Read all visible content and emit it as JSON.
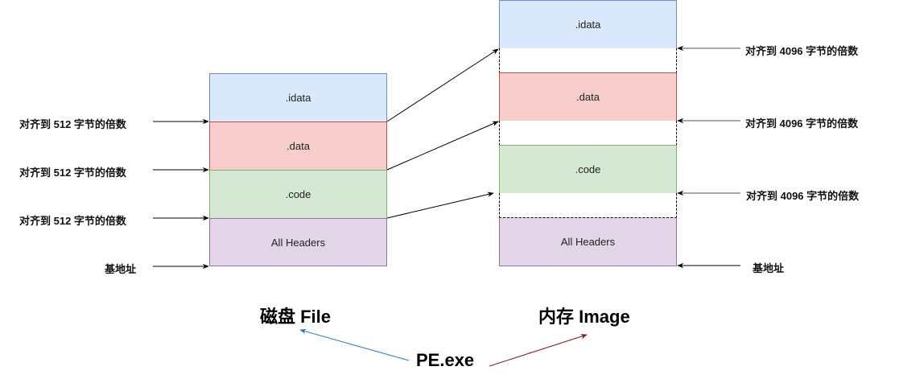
{
  "disk": {
    "title": "磁盘 File",
    "sections": [
      {
        "key": "idata",
        "label": ".idata"
      },
      {
        "key": "data",
        "label": ".data"
      },
      {
        "key": "code",
        "label": ".code"
      },
      {
        "key": "headers",
        "label": "All Headers"
      }
    ],
    "align_labels": [
      "对齐到 512 字节的倍数",
      "对齐到 512 字节的倍数",
      "对齐到 512 字节的倍数"
    ],
    "base_label": "基地址"
  },
  "memory": {
    "title": "内存 Image",
    "sections": [
      {
        "key": "idata",
        "label": ".idata"
      },
      {
        "key": "data",
        "label": ".data"
      },
      {
        "key": "code",
        "label": ".code"
      },
      {
        "key": "headers",
        "label": "All Headers"
      }
    ],
    "align_labels": [
      "对齐到 4096 字节的倍数",
      "对齐到 4096 字节的倍数",
      "对齐到 4096 字节的倍数"
    ],
    "base_label": "基地址"
  },
  "source": {
    "label": "PE.exe"
  },
  "colors": {
    "idata_fill": "#dae8fc",
    "idata_stroke": "#6c8ebf",
    "data_fill": "#f8cecc",
    "data_stroke": "#b85450",
    "code_fill": "#d5e8d4",
    "code_stroke": "#82b366",
    "headers_fill": "#e1d5e7",
    "headers_stroke": "#9673a6",
    "to_disk_arrow": "#1f7cc2",
    "to_memory_arrow": "#7a1a1a"
  }
}
